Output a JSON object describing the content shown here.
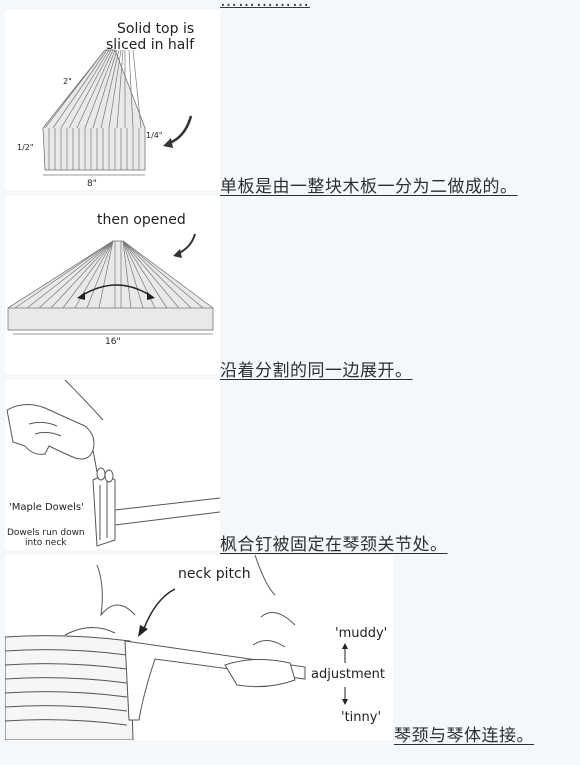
{
  "top_cut_text": "……………",
  "steps": [
    {
      "caption": "单板是由一整块木板一分为二做成的。",
      "figure_label_line1": "Solid top is",
      "figure_label_line2": "sliced in half",
      "dim_length": "8\"",
      "dim_thick": "1/4\"",
      "dim_height": "1/2\"",
      "dim_top": "2\""
    },
    {
      "caption": "沿着分割的同一边展开。",
      "figure_label": "then opened",
      "dim_length": "16\""
    },
    {
      "caption": "枫合钉被固定在琴颈关节处。",
      "label_dowels": "'Maple Dowels'",
      "label_run1": "Dowels run down",
      "label_run2": "into neck"
    },
    {
      "caption": "琴颈与琴体连接。",
      "label_pitch": "neck pitch",
      "label_muddy": "'muddy'",
      "label_adjust": "adjustment",
      "label_tinny": "'tinny'"
    }
  ]
}
